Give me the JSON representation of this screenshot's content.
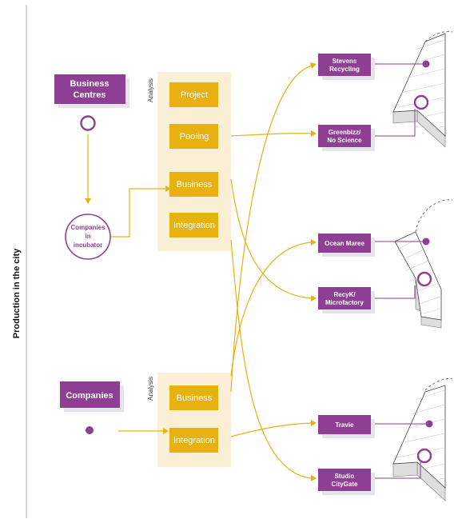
{
  "side_title": "Production in the city",
  "analysis_label": "Analysis",
  "sources": {
    "business_centres": [
      "Business",
      "Centres"
    ],
    "companies": "Companies",
    "incubator": [
      "Companies",
      "in",
      "incubator"
    ]
  },
  "analysis_top": [
    "Project",
    "Pooling",
    "Business",
    "Integration"
  ],
  "analysis_bottom": [
    "Business",
    "Integration"
  ],
  "destinations": {
    "stevens": [
      "Stevens",
      "Recycling"
    ],
    "greenbizz": [
      "Greenbizz/",
      "No Science"
    ],
    "ocean": [
      "Ocean Maree"
    ],
    "recyk": [
      "RecyK/",
      "Microfactory"
    ],
    "travie": [
      "Travie"
    ],
    "citygate": [
      "Studio",
      "CityGate"
    ]
  },
  "colors": {
    "purple": "#8e3f93",
    "yellow": "#e7b10f",
    "panel": "#fbf0d5"
  }
}
